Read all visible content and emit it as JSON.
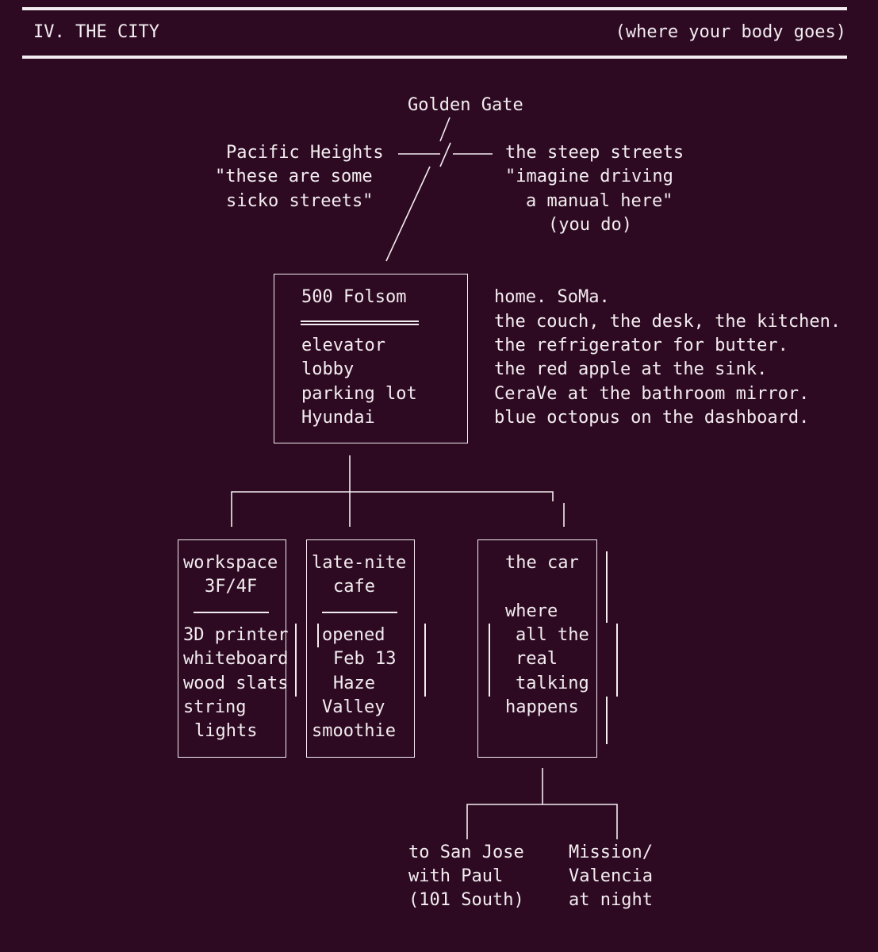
{
  "header": {
    "title": "IV. THE CITY",
    "subtitle": "(where your body goes)"
  },
  "landmarks": {
    "golden_gate": "Golden Gate",
    "pacific_heights": "Pacific Heights",
    "pacific_heights_quote": [
      "\"these are some",
      "sicko streets\""
    ],
    "steep_streets": "the steep streets",
    "steep_streets_quote": [
      "\"imagine driving",
      "a manual here\"",
      "(you do)"
    ]
  },
  "home": {
    "title": "500 Folsom",
    "items": [
      "elevator",
      "lobby",
      "parking lot",
      "Hyundai"
    ],
    "notes": [
      "home. SoMa.",
      "the couch, the desk, the kitchen.",
      "the refrigerator for butter.",
      "the red apple at the sink.",
      "CeraVe at the bathroom mirror.",
      "blue octopus on the dashboard."
    ]
  },
  "workspace": {
    "title": [
      "workspace",
      "3F/4F"
    ],
    "items": [
      "3D printer",
      "whiteboard",
      "wood slats",
      "string",
      "lights"
    ]
  },
  "cafe": {
    "title": [
      "late-nite",
      "cafe"
    ],
    "items": [
      "opened",
      "Feb 13",
      "Haze",
      "Valley",
      "smoothie"
    ]
  },
  "car": {
    "title": "the car",
    "lines": [
      "where",
      "all the",
      "real",
      "talking",
      "happens"
    ]
  },
  "destinations": {
    "san_jose": [
      "to San Jose",
      "with Paul",
      "(101 South)"
    ],
    "mission": [
      "Mission/",
      "Valencia",
      "at night"
    ]
  }
}
